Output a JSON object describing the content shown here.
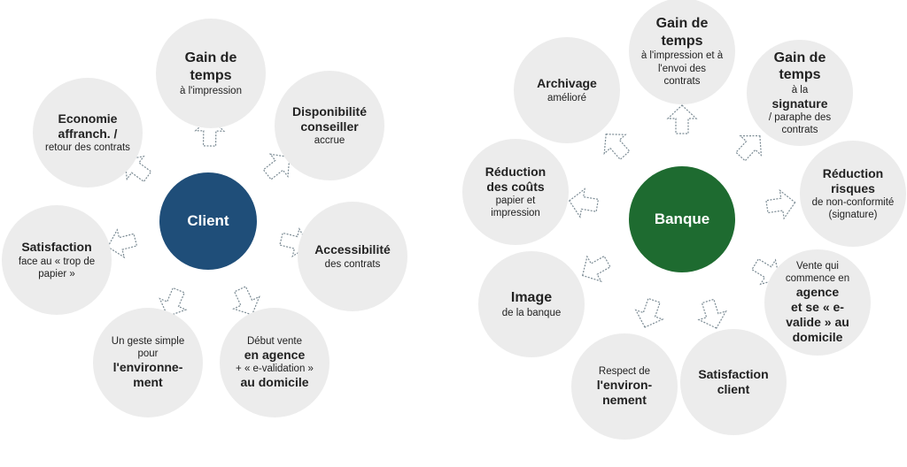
{
  "client": {
    "hub": {
      "label": "Client",
      "color": "#1f4e79"
    },
    "bubbles": [
      {
        "id": "gain-temps",
        "parts": [
          {
            "t": "Gain de temps",
            "s": "xl"
          },
          {
            "t": "à l'impression",
            "s": "n"
          }
        ]
      },
      {
        "id": "disponibilite",
        "parts": [
          {
            "t": "Disponibilité conseiller",
            "s": "b"
          },
          {
            "t": "accrue",
            "s": "n"
          }
        ]
      },
      {
        "id": "accessibilite",
        "parts": [
          {
            "t": "Accessibilité",
            "s": "b"
          },
          {
            "t": "des contrats",
            "s": "n"
          }
        ]
      },
      {
        "id": "debut-vente",
        "parts": [
          {
            "t": "Début vente",
            "s": "n"
          },
          {
            "t": "en agence",
            "s": "b"
          },
          {
            "t": "+ « e-validation »",
            "s": "n"
          },
          {
            "t": "au domicile",
            "s": "b"
          }
        ]
      },
      {
        "id": "geste-simple",
        "parts": [
          {
            "t": "Un geste simple pour",
            "s": "n"
          },
          {
            "t": "l'environne-ment",
            "s": "b"
          }
        ]
      },
      {
        "id": "satisfaction",
        "parts": [
          {
            "t": "Satisfaction",
            "s": "b"
          },
          {
            "t": "face au « trop de papier »",
            "s": "n"
          }
        ]
      },
      {
        "id": "economie",
        "parts": [
          {
            "t": "Economie affranch. /",
            "s": "b"
          },
          {
            "t": "retour des contrats",
            "s": "n"
          }
        ]
      }
    ]
  },
  "banque": {
    "hub": {
      "label": "Banque",
      "color": "#1e6b30"
    },
    "bubbles": [
      {
        "id": "gain-temps-impression",
        "parts": [
          {
            "t": "Gain de temps",
            "s": "xl"
          },
          {
            "t": "à l'impression et à l'envoi des contrats",
            "s": "n"
          }
        ]
      },
      {
        "id": "gain-temps-signature",
        "parts": [
          {
            "t": "Gain de temps",
            "s": "xl"
          },
          {
            "t": "à la",
            "s": "n"
          },
          {
            "t": "signature",
            "s": "b"
          },
          {
            "t": "/ paraphe des contrats",
            "s": "n"
          }
        ]
      },
      {
        "id": "reduction-risques",
        "parts": [
          {
            "t": "Réduction risques",
            "s": "b"
          },
          {
            "t": "de non-conformité (signature)",
            "s": "n"
          }
        ]
      },
      {
        "id": "vente-agence",
        "parts": [
          {
            "t": "Vente qui commence en",
            "s": "n"
          },
          {
            "t": "agence",
            "s": "b"
          },
          {
            "t": "et se « e-valide » au domicile",
            "s": "b"
          }
        ]
      },
      {
        "id": "satisfaction-client",
        "parts": [
          {
            "t": "Satisfaction client",
            "s": "b"
          }
        ]
      },
      {
        "id": "respect-env",
        "parts": [
          {
            "t": "Respect de",
            "s": "n"
          },
          {
            "t": "l'environ-nement",
            "s": "b"
          }
        ]
      },
      {
        "id": "image-banque",
        "parts": [
          {
            "t": "Image",
            "s": "xl"
          },
          {
            "t": "de la banque",
            "s": "n"
          }
        ]
      },
      {
        "id": "reduction-couts",
        "parts": [
          {
            "t": "Réduction",
            "s": "b"
          },
          {
            "t": "des coûts",
            "s": "b"
          },
          {
            "t": "papier et impression",
            "s": "n"
          }
        ]
      },
      {
        "id": "archivage",
        "parts": [
          {
            "t": "Archivage",
            "s": "b"
          },
          {
            "t": "amélioré",
            "s": "n"
          }
        ]
      }
    ]
  }
}
